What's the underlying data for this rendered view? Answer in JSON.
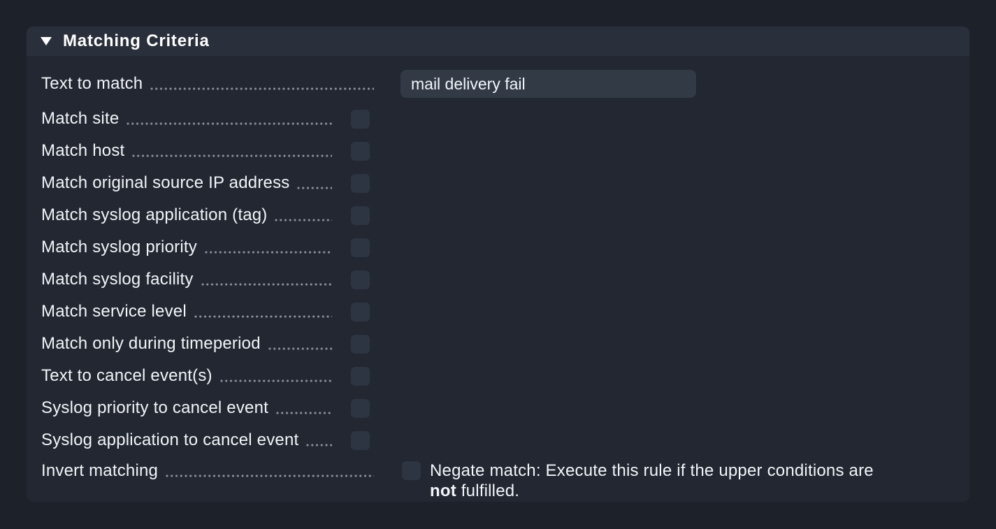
{
  "colors": {
    "page_background": "#1d212a",
    "panel_background": "#222731",
    "header_background": "#2a303b",
    "input_background": "#323a46",
    "checkbox_background": "#2e3542",
    "text": "#f2f5f9",
    "dotted_leader": "#8b919e"
  },
  "section": {
    "title": "Matching Criteria",
    "collapse_icon": "triangle-down",
    "collapsed": false
  },
  "fields": {
    "text_to_match": {
      "label": "Text to match",
      "value": "mail delivery fail"
    },
    "checkbox_rows": [
      {
        "label": "Match site",
        "checked": false
      },
      {
        "label": "Match host",
        "checked": false
      },
      {
        "label": "Match original source IP address",
        "checked": false
      },
      {
        "label": "Match syslog application (tag)",
        "checked": false
      },
      {
        "label": "Match syslog priority",
        "checked": false
      },
      {
        "label": "Match syslog facility",
        "checked": false
      },
      {
        "label": "Match service level",
        "checked": false
      },
      {
        "label": "Match only during timeperiod",
        "checked": false
      },
      {
        "label": "Text to cancel event(s)",
        "checked": false
      },
      {
        "label": "Syslog priority to cancel event",
        "checked": false
      },
      {
        "label": "Syslog application to cancel event",
        "checked": false
      }
    ],
    "invert_matching": {
      "label": "Invert matching",
      "checked": false,
      "description_prefix": "Negate match: Execute this rule if the upper conditions are ",
      "description_bold": "not",
      "description_suffix": " fulfilled."
    }
  }
}
